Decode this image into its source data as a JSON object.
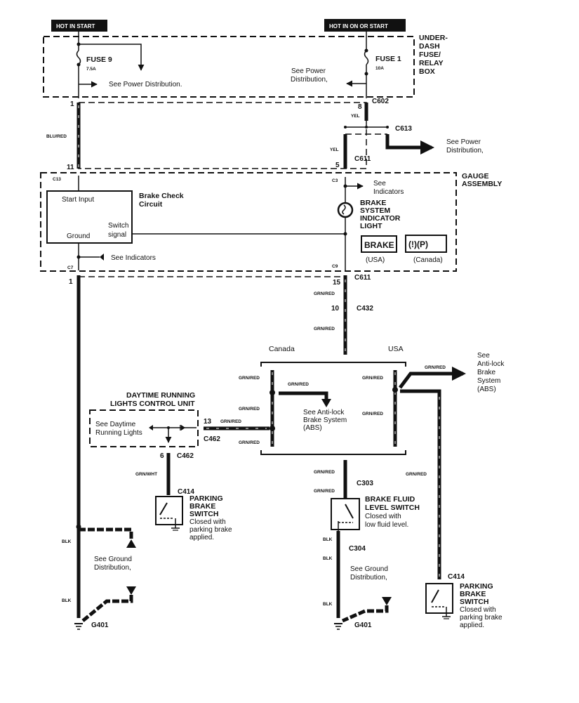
{
  "title": "Brake System Indicator Circuit Wiring Diagram",
  "power": {
    "hot_in_start": "HOT IN START",
    "hot_in_on_or_start": "HOT IN ON OR START"
  },
  "fuse_box": {
    "label_lines": [
      "UNDER-",
      "DASH",
      "FUSE/",
      "RELAY",
      "BOX"
    ],
    "fuse9": {
      "name": "FUSE 9",
      "rating": "7.5A"
    },
    "fuse1": {
      "name": "FUSE 1",
      "rating": "10A"
    },
    "see_power_left": "See Power Distribution.",
    "see_power_right_lines": [
      "See Power",
      "Distribution,"
    ]
  },
  "connectors": {
    "c602": "C602",
    "c602_pin": "8",
    "c613": "C613",
    "c611_top": "C611",
    "c611_top_pin": "5",
    "c611_bottom": "C611",
    "c611_bottom_pin": "15",
    "c432": "C432",
    "c432_pin": "10",
    "c13": "C13",
    "c3": "C3",
    "c7": "C7",
    "c9": "C9",
    "left_pin_top": "1",
    "left_pin_11": "11",
    "left_pin_bottom": "1",
    "c462_a": "C462",
    "c462_a_pin": "13",
    "c462_b": "C462",
    "c462_b_pin": "6",
    "c414_left": "C414",
    "c414_right": "C414",
    "c303": "C303",
    "c304": "C304",
    "g401_left": "G401",
    "g401_right": "G401"
  },
  "wires": {
    "blu_red": "BLU/RED",
    "yel": "YEL",
    "grn_red": "GRN/RED",
    "grn_wht": "GRN/WHT",
    "blk": "BLK"
  },
  "right_power": {
    "see_power_lines": [
      "See Power",
      "Distribution,"
    ]
  },
  "gauge_assembly": {
    "label_lines": [
      "GAUGE",
      "ASSEMBLY"
    ],
    "see_indicators_top_lines": [
      "See",
      "Indicators"
    ],
    "brake_check": {
      "title_lines": [
        "Brake Check",
        "Circuit"
      ],
      "start_input": "Start Input",
      "ground": "Ground",
      "switch_signal_lines": [
        "Switch",
        "signal"
      ]
    },
    "see_indicators_left": "See Indicators",
    "indicator_light_lines": [
      "BRAKE",
      "SYSTEM",
      "INDICATOR",
      "LIGHT"
    ],
    "usa_symbol": "BRAKE",
    "usa_caption": "(USA)",
    "canada_symbol": "(!)(P)",
    "canada_caption": "(Canada)"
  },
  "regions": {
    "canada": "Canada",
    "usa": "USA"
  },
  "abs_center_lines": [
    "See Anti-lock",
    "Brake System",
    "(ABS)"
  ],
  "abs_right_lines": [
    "See",
    "Anti-lock",
    "Brake",
    "System",
    "(ABS)"
  ],
  "drl": {
    "title_lines": [
      "DAYTIME RUNNING",
      "LIGHTS CONTROL UNIT"
    ],
    "see_lines": [
      "See Daytime",
      "Running Lights"
    ]
  },
  "parking_brake_switch": {
    "title_lines": [
      "PARKING",
      "BRAKE",
      "SWITCH"
    ],
    "desc_lines": [
      "Closed with",
      "parking brake",
      "applied."
    ]
  },
  "brake_fluid_switch": {
    "title_lines": [
      "BRAKE FLUID",
      "LEVEL SWITCH"
    ],
    "desc_lines": [
      "Closed with",
      "low fluid level."
    ]
  },
  "ground_dist_lines": [
    "See Ground",
    "Distribution,"
  ]
}
